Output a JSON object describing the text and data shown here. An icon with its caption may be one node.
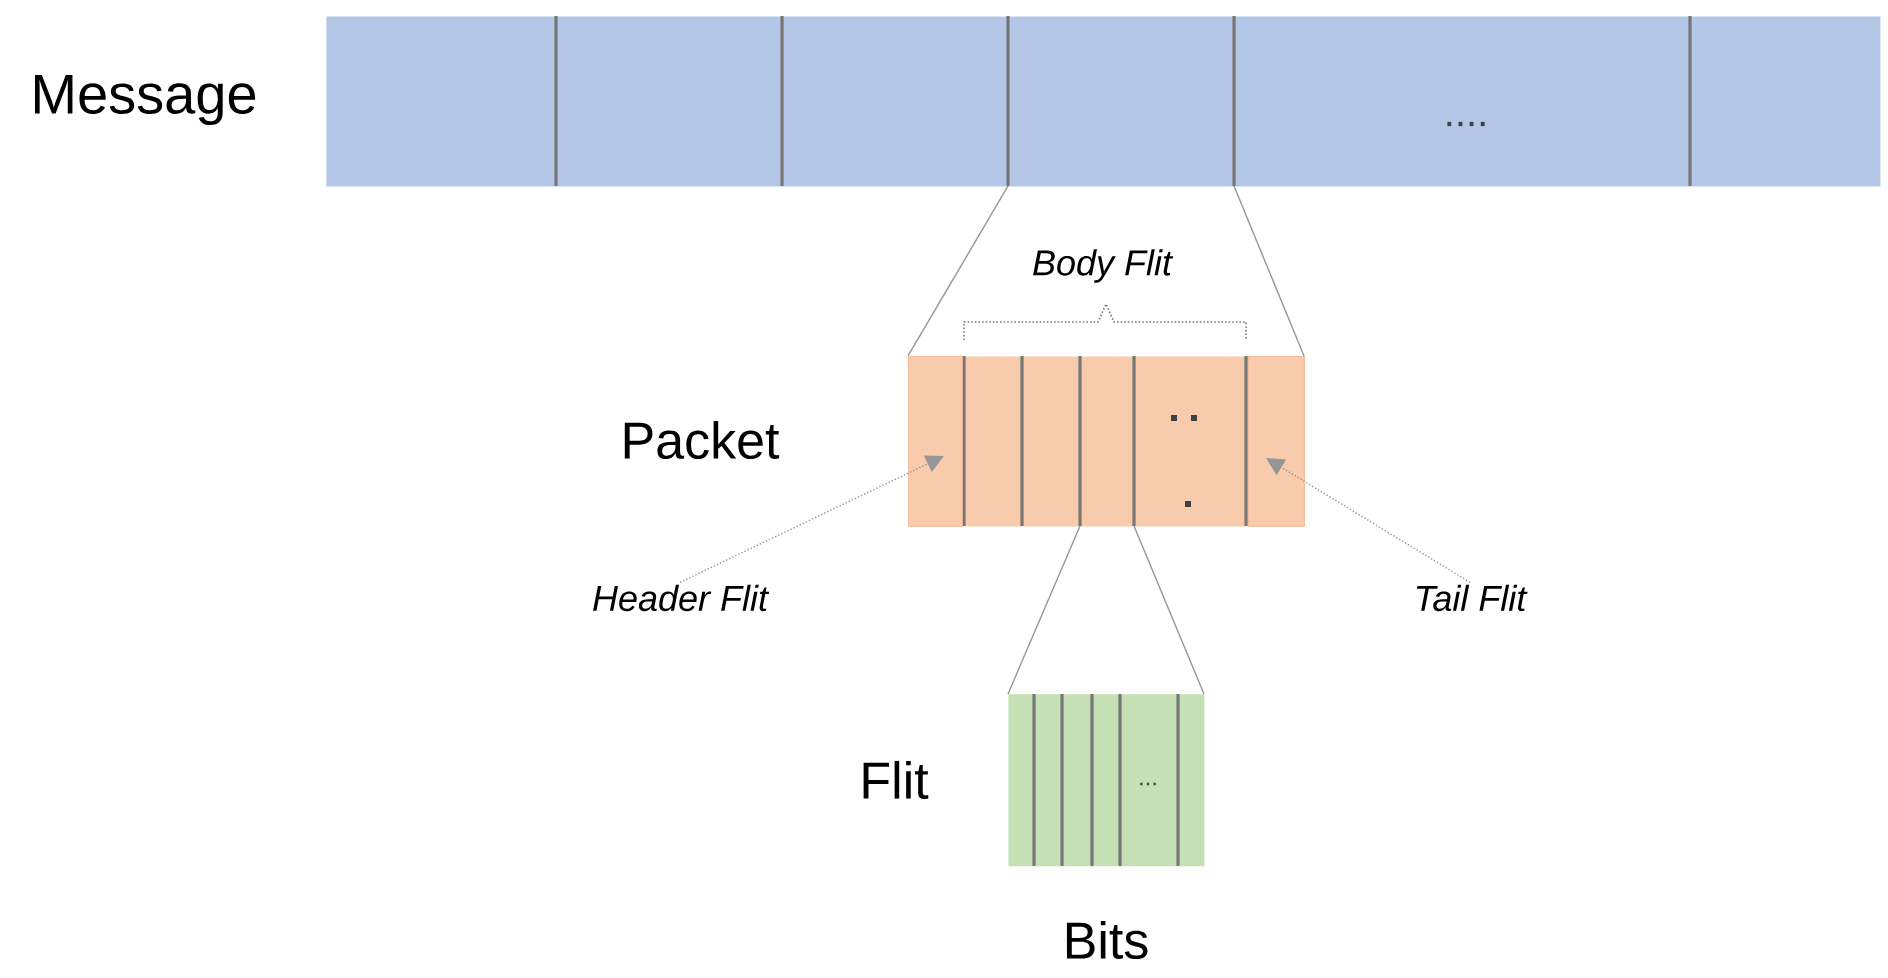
{
  "diagram": {
    "nodes": [
      {
        "text": [
          "...."
        ],
        "beside": [
          "Message"
        ]
      },
      {
        "text": [],
        "shape": "bar",
        "beside": [
          "Packet"
        ]
      },
      {
        "text": [],
        "shape": "box",
        "in": 1
      },
      {
        "text": [],
        "shape": "box",
        "in": 1
      },
      {
        "text": [
          "Header Flit"
        ]
      },
      {
        "text": [
          "Tail Flit"
        ]
      },
      {
        "text": [
          "..."
        ],
        "beside": [
          "Flit"
        ]
      }
    ],
    "edges": [
      {
        "from": 0,
        "to": 1,
        "arrow": "none"
      },
      {
        "from": 0,
        "to": 1,
        "arrow": "none"
      },
      {
        "from": 1,
        "to": 6,
        "arrow": "none"
      },
      {
        "from": 1,
        "to": 6,
        "arrow": "none"
      },
      {
        "from": 4,
        "to": 2,
        "arrow": "to",
        "style": "dashed"
      },
      {
        "from": 5,
        "to": 3,
        "arrow": "to",
        "style": "dashed"
      }
    ],
    "labels": [
      "Body Flit",
      "Bits"
    ]
  }
}
